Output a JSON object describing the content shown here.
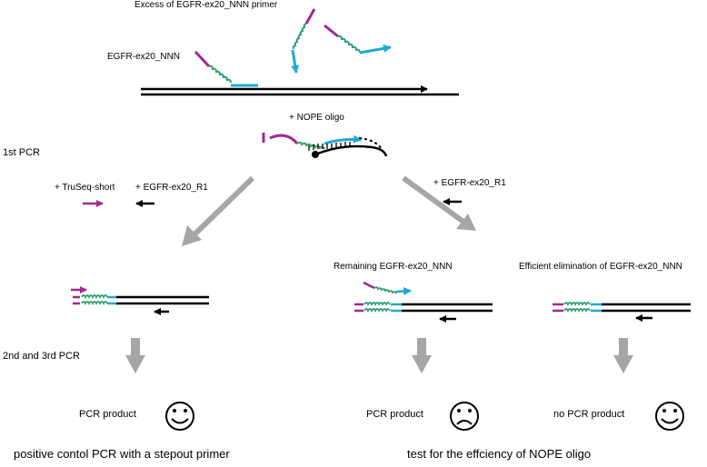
{
  "labels": {
    "excess_primer": "Excess of EGFR-ex20_NNN primer",
    "egfr_nnn": "EGFR-ex20_NNN",
    "nope_oligo": "+ NOPE oligo",
    "first_pcr": "1st PCR",
    "truseq_short": "+ TruSeq-short",
    "egfr_r1_left": "+ EGFR-ex20_R1",
    "egfr_r1_right": "+  EGFR-ex20_R1",
    "remaining": "Remaining EGFR-ex20_NNN",
    "efficient_elimination": "Efficient elimination of EGFR-ex20_NNN",
    "second_third_pcr": "2nd and 3rd PCR",
    "pcr_product_left": "PCR product",
    "pcr_product_mid": "PCR product",
    "no_pcr_product": "no PCR product",
    "caption_left": "positive contol PCR with a stepout primer",
    "caption_right": "test for the effciency of NOPE oligo"
  },
  "outcomes": [
    {
      "face": "happy-face-icon",
      "result": "PCR product"
    },
    {
      "face": "sad-face-icon",
      "result": "PCR product"
    },
    {
      "face": "happy-face-icon",
      "result": "no PCR product"
    }
  ],
  "colors": {
    "magenta": "#a3278f",
    "green": "#2e9e6e",
    "cyan": "#1fa9d6",
    "gray_arrow": "#a6a6a6",
    "strand": "#000000"
  }
}
